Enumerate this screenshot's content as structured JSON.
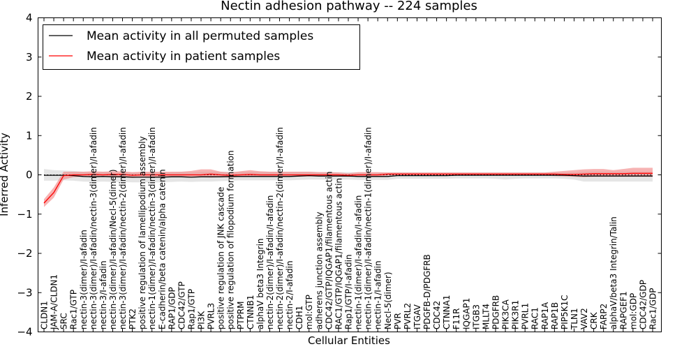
{
  "chart_data": {
    "type": "line",
    "title": "Nectin adhesion pathway -- 224 samples",
    "xlabel": "Cellular Entities",
    "ylabel": "Inferred Activity",
    "ylim": [
      -4,
      4
    ],
    "yticks": [
      "4",
      "3",
      "2",
      "1",
      "0",
      "−1",
      "−2",
      "−3",
      "−4"
    ],
    "grid": false,
    "legend_position": "top-left",
    "categories": [
      "CLDN1",
      "JAM-A/CLDN1",
      "SRC",
      "Rac1/GTP",
      "nectin-3(dimer)/I-afadin",
      "nectin-3(dimer)/I-afadin/nectin-3(dimer)/I-afadin",
      "nectin-3/I-afadin",
      "nectin-3(dimer)/I-afadin/Necl-5(dimer)",
      "nectin-3(dimer)/I-afadin/nectin-2(dimer)/I-afadin",
      "PTK2",
      "positive regulation of lamellipodium assembly",
      "nectin-1(dimer)/I-afadin/nectin-3(dimer)/I-afadin",
      "E-cadherin/beta catenin/alpha catenin",
      "RAP1/GDP",
      "CDC42/GTP",
      "Rap1/GTP",
      "PI3K",
      "PVRL3",
      "positive regulation of JNK cascade",
      "positive regulation of filopodium formation",
      "PTPRM",
      "CTNNB1",
      "alphaV beta3 Integrin",
      "nectin-2(dimer)/I-afadin/I-afadin",
      "nectin-2(dimer)/I-afadin/nectin-2(dimer)/I-afadin",
      "nectin-2/I-afadin",
      "CDH1",
      "mol:GTP",
      "adherens junction assembly",
      "CDC42/GTP/IQGAP1/filamentous actin",
      "RAC1/GTP/IQGAP1/filamentous actin",
      "Rap1/GTP/I-afadin",
      "nectin-1(dimer)/I-afadin/I-afadin",
      "nectin-1(dimer)/I-afadin/nectin-1(dimer)/I-afadin",
      "nectin-1/I-afadin",
      "Necl-5(dimer)",
      "PVR",
      "PVRL2",
      "ITGAV",
      "PDGFB-D/PDGFRB",
      "CDC42",
      "CTNNA1",
      "F11R",
      "IQGAP1",
      "ITGB3",
      "MLLT4",
      "PDGFRB",
      "PIK3CA",
      "PIK3R1",
      "PVRL1",
      "RAC1",
      "RAP1A",
      "RAP1B",
      "PIP5K1C",
      "TLN1",
      "VAV2",
      "CRK",
      "FARP2",
      "alphaV/beta3 Integrin/Talin",
      "RAPGEF1",
      "mol:GDP",
      "CDC42/GDP",
      "Rac1/GDP"
    ],
    "series": [
      {
        "name": "Mean activity in all permuted samples",
        "color": "#000000",
        "band_color": "#cccccc",
        "values": [
          -0.01,
          -0.01,
          -0.01,
          -0.02,
          -0.04,
          -0.05,
          -0.04,
          -0.05,
          -0.05,
          -0.06,
          -0.06,
          -0.06,
          -0.06,
          -0.05,
          -0.05,
          -0.06,
          -0.05,
          -0.05,
          -0.05,
          -0.04,
          -0.04,
          -0.04,
          -0.04,
          -0.04,
          -0.04,
          -0.04,
          -0.03,
          -0.02,
          -0.03,
          -0.03,
          -0.03,
          -0.03,
          -0.04,
          -0.04,
          -0.04,
          -0.04,
          -0.02,
          -0.02,
          -0.02,
          -0.02,
          -0.02,
          -0.02,
          -0.01,
          -0.01,
          -0.01,
          -0.01,
          -0.01,
          -0.01,
          -0.01,
          -0.01,
          -0.01,
          -0.01,
          -0.01,
          -0.01,
          -0.02,
          -0.03,
          -0.03,
          -0.03,
          -0.03,
          -0.03,
          -0.03,
          -0.03,
          -0.03
        ],
        "lower": [
          -0.15,
          -0.15,
          -0.14,
          -0.15,
          -0.17,
          -0.18,
          -0.17,
          -0.18,
          -0.18,
          -0.19,
          -0.19,
          -0.19,
          -0.19,
          -0.18,
          -0.17,
          -0.18,
          -0.17,
          -0.17,
          -0.16,
          -0.15,
          -0.14,
          -0.14,
          -0.14,
          -0.14,
          -0.14,
          -0.14,
          -0.13,
          -0.12,
          -0.12,
          -0.12,
          -0.12,
          -0.12,
          -0.13,
          -0.13,
          -0.13,
          -0.13,
          -0.1,
          -0.1,
          -0.1,
          -0.1,
          -0.1,
          -0.1,
          -0.09,
          -0.09,
          -0.09,
          -0.09,
          -0.1,
          -0.12,
          -0.1,
          -0.09,
          -0.09,
          -0.09,
          -0.09,
          -0.1,
          -0.12,
          -0.17,
          -0.17,
          -0.17,
          -0.17,
          -0.17,
          -0.17,
          -0.17,
          -0.17
        ],
        "upper": [
          0.15,
          0.12,
          0.11,
          0.1,
          0.08,
          0.07,
          0.08,
          0.07,
          0.07,
          0.06,
          0.06,
          0.06,
          0.06,
          0.07,
          0.08,
          0.07,
          0.08,
          0.08,
          0.08,
          0.08,
          0.08,
          0.08,
          0.08,
          0.08,
          0.08,
          0.08,
          0.08,
          0.08,
          0.07,
          0.07,
          0.07,
          0.07,
          0.06,
          0.06,
          0.06,
          0.06,
          0.06,
          0.06,
          0.06,
          0.06,
          0.06,
          0.06,
          0.06,
          0.06,
          0.06,
          0.06,
          0.06,
          0.06,
          0.06,
          0.06,
          0.06,
          0.06,
          0.06,
          0.06,
          0.06,
          0.08,
          0.08,
          0.08,
          0.08,
          0.08,
          0.08,
          0.08,
          0.08
        ]
      },
      {
        "name": "Mean activity in patient samples",
        "color": "#ff0000",
        "band_color": "#f08080",
        "values": [
          -0.72,
          -0.45,
          -0.02,
          0.0,
          0.0,
          0.01,
          0.0,
          0.01,
          0.01,
          -0.01,
          0.0,
          0.0,
          0.0,
          0.0,
          0.0,
          0.0,
          0.0,
          0.02,
          0.0,
          -0.01,
          0.0,
          0.01,
          0.0,
          0.0,
          0.0,
          0.0,
          0.0,
          0.0,
          0.0,
          0.0,
          0.0,
          -0.01,
          0.0,
          0.0,
          0.0,
          0.02,
          0.02,
          0.02,
          0.02,
          0.02,
          0.02,
          0.02,
          0.02,
          0.02,
          0.02,
          0.02,
          0.02,
          0.02,
          0.02,
          0.02,
          0.02,
          0.02,
          0.02,
          0.01,
          0.01,
          0.02,
          0.03,
          0.03,
          0.03,
          0.03,
          0.04,
          0.04,
          0.04
        ],
        "lower": [
          -0.82,
          -0.58,
          -0.12,
          -0.06,
          -0.05,
          -0.05,
          -0.05,
          -0.05,
          -0.05,
          -0.08,
          -0.06,
          -0.06,
          -0.06,
          -0.06,
          -0.06,
          -0.06,
          -0.06,
          -0.07,
          -0.06,
          -0.07,
          -0.05,
          -0.05,
          -0.05,
          -0.05,
          -0.05,
          -0.05,
          -0.05,
          -0.04,
          -0.04,
          -0.04,
          -0.04,
          -0.05,
          -0.04,
          -0.04,
          -0.04,
          -0.02,
          -0.02,
          -0.02,
          -0.02,
          -0.02,
          -0.02,
          -0.02,
          -0.02,
          -0.02,
          -0.02,
          -0.02,
          -0.02,
          -0.02,
          -0.02,
          -0.02,
          -0.02,
          -0.02,
          -0.03,
          -0.04,
          -0.05,
          -0.06,
          -0.05,
          -0.05,
          -0.05,
          -0.05,
          -0.05,
          -0.05,
          -0.05
        ],
        "upper": [
          -0.62,
          -0.32,
          0.08,
          0.08,
          0.08,
          0.09,
          0.08,
          0.09,
          0.09,
          0.07,
          0.08,
          0.08,
          0.08,
          0.08,
          0.08,
          0.1,
          0.14,
          0.14,
          0.08,
          0.06,
          0.09,
          0.12,
          0.09,
          0.08,
          0.08,
          0.08,
          0.08,
          0.08,
          0.07,
          0.07,
          0.06,
          0.04,
          0.07,
          0.07,
          0.07,
          0.06,
          0.06,
          0.06,
          0.06,
          0.06,
          0.06,
          0.06,
          0.06,
          0.06,
          0.06,
          0.06,
          0.06,
          0.06,
          0.06,
          0.06,
          0.06,
          0.06,
          0.08,
          0.1,
          0.12,
          0.14,
          0.15,
          0.15,
          0.12,
          0.15,
          0.18,
          0.18,
          0.18
        ]
      },
      {
        "name": "",
        "color": "#000000",
        "values": [
          0.0,
          0.0,
          0.0,
          0.0,
          0.0,
          0.0,
          0.0,
          0.0,
          0.0,
          0.0,
          0.0,
          0.0,
          0.0,
          0.0,
          0.0,
          0.0,
          0.0,
          0.0,
          0.0,
          0.0,
          0.0,
          0.0,
          0.0,
          0.0,
          0.0,
          0.0,
          0.0,
          0.0,
          0.0,
          0.0,
          0.0,
          0.0,
          0.0,
          0.0,
          0.0,
          0.0,
          0.0,
          0.0,
          0.0,
          0.0,
          0.0,
          0.0,
          0.0,
          0.0,
          0.0,
          0.0,
          0.0,
          0.0,
          0.0,
          0.0,
          0.0,
          0.0,
          0.0,
          0.0,
          0.0,
          0.0,
          0.0,
          0.0,
          0.0,
          0.0,
          0.0,
          0.0,
          0.0
        ]
      }
    ]
  }
}
